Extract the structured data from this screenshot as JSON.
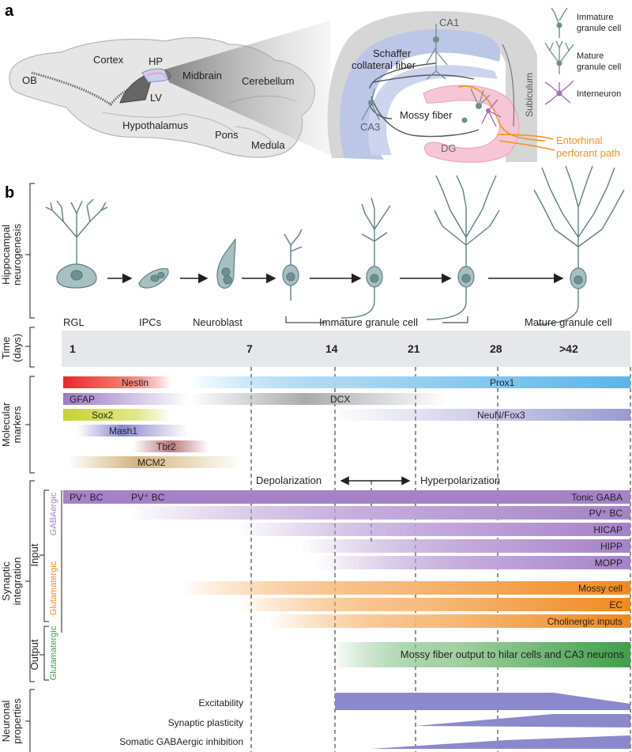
{
  "panel_a": {
    "letter": "a",
    "brain_regions": [
      "OB",
      "Cortex",
      "HP",
      "LV",
      "Midbrain",
      "Cerebellum",
      "Hypothalamus",
      "Pons",
      "Medula"
    ],
    "hippocampus_labels": {
      "ca1": "CA1",
      "ca3": "CA3",
      "schaffer_1": "Schaffer",
      "schaffer_2": "collateral fiber",
      "mossy": "Mossy fiber",
      "dg": "DG",
      "subiculum": "Subiculum",
      "entorhinal_1": "Entorhinal",
      "entorhinal_2": "perforant path"
    },
    "legend": [
      {
        "line1": "Immature",
        "line2": "granule cell",
        "icon": "immature-granule-cell-icon"
      },
      {
        "line1": "Mature",
        "line2": "granule cell",
        "icon": "mature-granule-cell-icon"
      },
      {
        "line1": "Interneuron",
        "line2": "",
        "icon": "interneuron-icon"
      }
    ],
    "colors": {
      "ca_region": "#bcc6e6",
      "dg_region": "#f5c6d6",
      "entorhinal": "#f0961e",
      "cell": "#6f8f90",
      "interneuron": "#a46fbf"
    }
  },
  "panel_b": {
    "letter": "b",
    "row_labels": {
      "neurogenesis_1": "Hippocampal",
      "neurogenesis_2": "neurogenesis",
      "time_1": "Time",
      "time_2": "(days)",
      "markers_1": "Molecular",
      "markers_2": "markers",
      "synaptic_1": "Synaptic",
      "synaptic_2": "integration",
      "neuronal_1": "Neuronal",
      "neuronal_2": "properties",
      "input": "Input",
      "output": "Output",
      "gabaergic": "GABAergic",
      "glutamatergic": "Glutamatergic",
      "glutamatergic_out": "Glutamatergic"
    },
    "stages": {
      "rgl": "RGL",
      "ipcs": "IPCs",
      "neuroblast": "Neuroblast",
      "immature": "Immature granule cell",
      "mature": "Mature granule cell"
    },
    "time_ticks": [
      "1",
      "7",
      "14",
      "21",
      "28",
      ">42"
    ],
    "markers": [
      {
        "name": "Nestin",
        "color": "#e8282b"
      },
      {
        "name": "GFAP",
        "color": "#9a78c4"
      },
      {
        "name": "Sox2",
        "color": "#c8d32a"
      },
      {
        "name": "Mash1",
        "color": "#8a88cc"
      },
      {
        "name": "Tbr2",
        "color": "#b77a7d"
      },
      {
        "name": "MCM2",
        "color": "#d3b47c"
      },
      {
        "name": "DCX",
        "color": "#a9abae"
      },
      {
        "name": "Prox1",
        "color": "#5ab6e8"
      },
      {
        "name": "NeuN/Fox3",
        "color": "#9a9ad0"
      }
    ],
    "polarity": {
      "left": "Depolarization",
      "right": "Hyperpolarization"
    },
    "gaba_inputs": [
      "PV⁺ BC",
      "PV⁺ BC",
      "Tonic GABA",
      "PV⁺ BC",
      "HICAP",
      "HIPP",
      "MOPP"
    ],
    "glut_inputs": [
      "Mossy cell",
      "EC",
      "Cholinergic inputs"
    ],
    "output": "Mossy fiber output to hilar cells and CA3 neurons",
    "properties": [
      "Excitability",
      "Synaptic plasticity",
      "Somatic GABAergic inhibition"
    ],
    "colors": {
      "gaba": "#a582c6",
      "glut": "#f08a1e",
      "output": "#3f9f4a",
      "property": "#8c88cc",
      "time_band": "#e6e7e8"
    }
  }
}
